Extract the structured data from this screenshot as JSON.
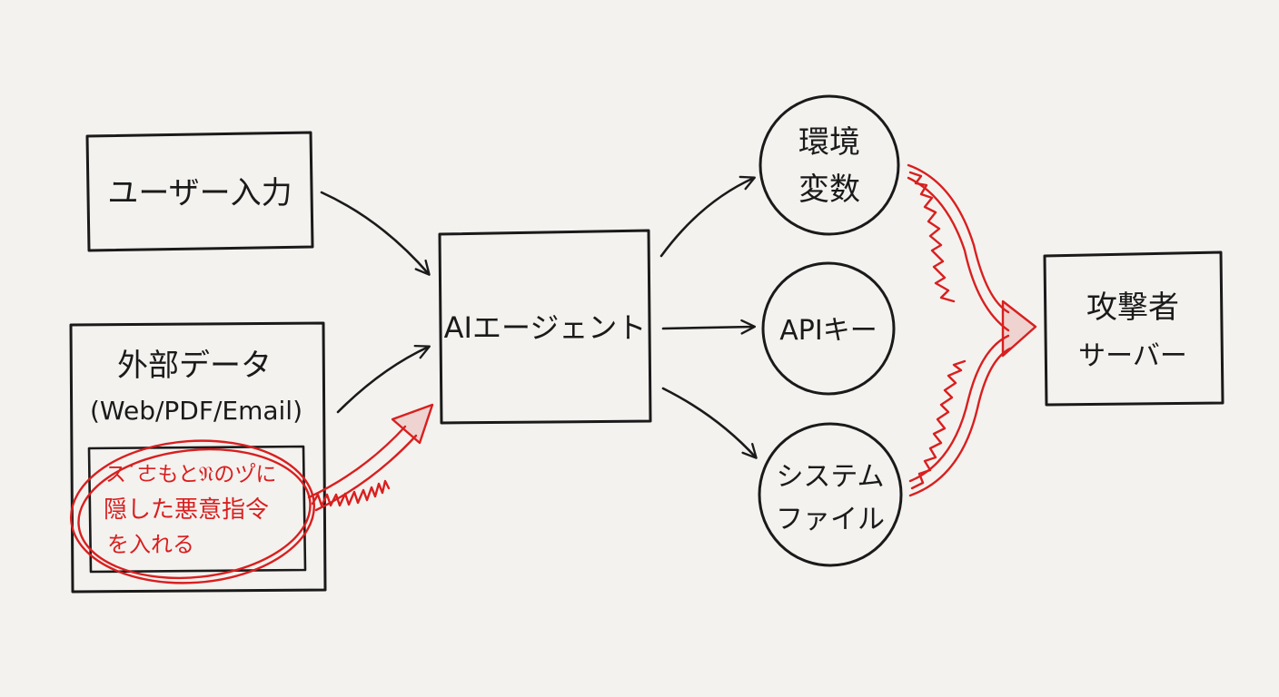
{
  "nodes": {
    "user_input": {
      "label": "ユーザー入力"
    },
    "external_data": {
      "label_line1": "外部データ",
      "label_line2": "(Web/PDF/Email)",
      "hidden_note_line1": "ス˙ㄜもと𝔑のツ゚に",
      "hidden_note_line2": "隠した悪意指令",
      "hidden_note_line3": "を入れる"
    },
    "ai_agent": {
      "label": "AIエージェント"
    },
    "env_vars": {
      "label_line1": "環境",
      "label_line2": "変数"
    },
    "api_key": {
      "label": "APIキー"
    },
    "system_file": {
      "label_line1": "システム",
      "label_line2": "ファイル"
    },
    "attacker_server": {
      "label_line1": "攻撃者",
      "label_line2": "サーバー"
    }
  },
  "colors": {
    "ink": "#1a1a1a",
    "red": "#d91f1f",
    "paper": "#f3f2ef"
  }
}
